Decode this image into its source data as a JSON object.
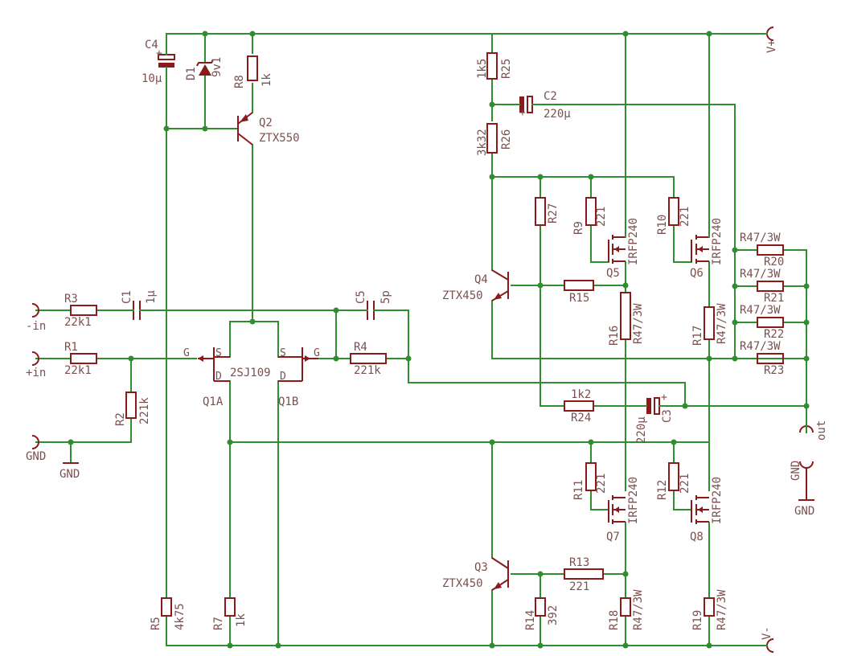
{
  "labels": {
    "C4": "C4",
    "C4v": "10µ",
    "D1": "D1",
    "D1v": "9v1",
    "R8": "R8",
    "R8v": "1k",
    "Q2": "Q2",
    "Q2v": "ZTX550",
    "R25": "R25",
    "R25v": "1k5",
    "C2": "C2",
    "C2v": "220µ",
    "R26": "R26",
    "R26v": "3k32",
    "R27": "R27",
    "R9": "R9",
    "R9v": "221",
    "R10": "R10",
    "R10v": "221",
    "Q5": "Q5",
    "Q5v": "IRFP240",
    "Q6": "Q6",
    "Q6v": "IRFP240",
    "R20": "R20",
    "R20v": "R47/3W",
    "R21": "R21",
    "R21v": "R47/3W",
    "R22": "R22",
    "R22v": "R47/3W",
    "R23": "R23",
    "R23v": "R47/3W",
    "Q4": "Q4",
    "Q4v": "ZTX450",
    "R15": "R15",
    "R16": "R16",
    "R16v": "R47/3W",
    "R17": "R17",
    "R17v": "R47/3W",
    "R3": "R3",
    "R3v": "22k1",
    "C1": "C1",
    "C1v": "1µ",
    "C5": "C5",
    "C5v": "5p",
    "R1": "R1",
    "R1v": "22k1",
    "R4": "R4",
    "R4v": "221k",
    "Q1": "2SJ109",
    "Q1A": "Q1A",
    "Q1B": "Q1B",
    "G": "G",
    "S": "S",
    "D": "D",
    "R2": "R2",
    "R2v": "221k",
    "R24": "R24",
    "R24v": "1k2",
    "C3": "C3",
    "C3v": "220µ",
    "R11": "R11",
    "R11v": "221",
    "R12": "R12",
    "R12v": "221",
    "Q7": "Q7",
    "Q7v": "IRFP240",
    "Q8": "Q8",
    "Q8v": "IRFP240",
    "Q3": "Q3",
    "Q3v": "ZTX450",
    "R13": "R13",
    "R13v": "221",
    "R14": "R14",
    "R14v": "392",
    "R18": "R18",
    "R18v": "R47/3W",
    "R19": "R19",
    "R19v": "R47/3W",
    "R5": "R5",
    "R5v": "4k75",
    "R7": "R7",
    "R7v": "1k"
  },
  "ports": {
    "vplus": "V+",
    "vminus": "V-",
    "in_minus": "-in",
    "in_plus": "+in",
    "gnd_left": "GND",
    "gnd_left_sym": "GND",
    "out": "out",
    "gnd_right": "GND",
    "gnd_right_sym": "GND"
  },
  "colors": {
    "wire": "#2f8f2f",
    "component": "#8b1a1a",
    "text": "#7a5050",
    "background": "#ffffff"
  }
}
